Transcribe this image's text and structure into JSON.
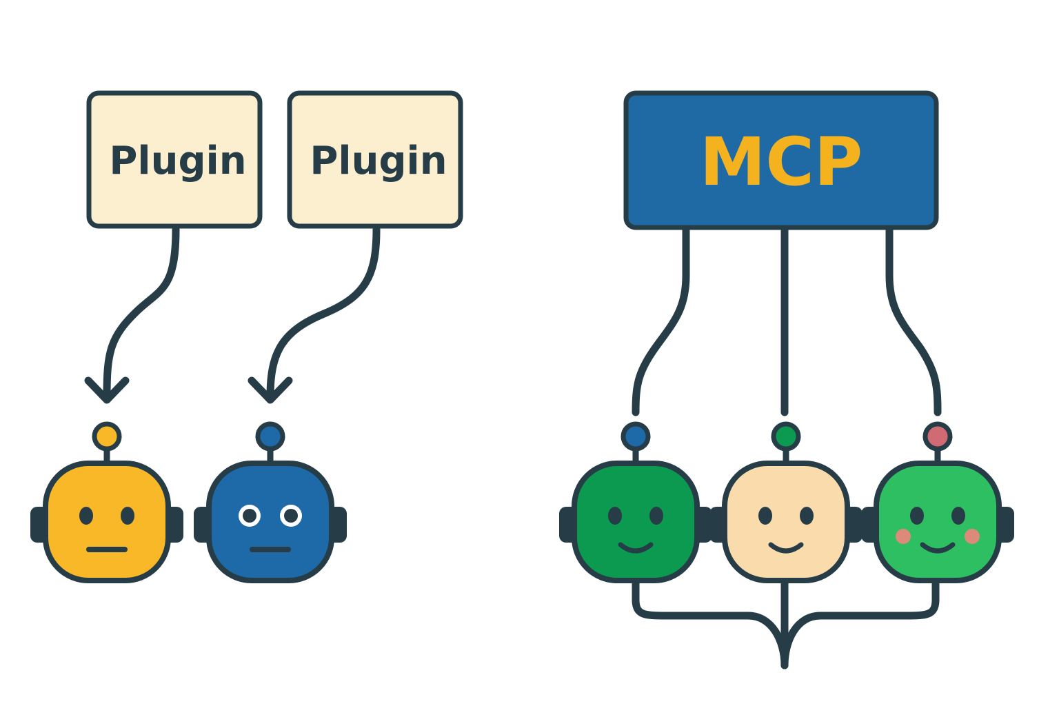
{
  "colors": {
    "stroke": "#263d47",
    "plugin_fill": "#fcefd0",
    "mcp_fill": "#1f6aa5",
    "mcp_text": "#f4b21f",
    "plugin_text": "#263d47",
    "background": "#ffffff"
  },
  "left": {
    "plugins": [
      {
        "label": "Plugin"
      },
      {
        "label": "Plugin"
      }
    ],
    "robots": [
      {
        "face_color": "#f8b828",
        "antenna_color": "#f8b828",
        "expression": "neutral",
        "eyes": "dot"
      },
      {
        "face_color": "#1e6aa8",
        "antenna_color": "#1e6aa8",
        "expression": "neutral",
        "eyes": "ring"
      }
    ]
  },
  "right": {
    "hub": {
      "label": "MCP"
    },
    "robots": [
      {
        "face_color": "#0c9a50",
        "antenna_color": "#1e6aa8",
        "expression": "smile",
        "blush": false
      },
      {
        "face_color": "#fadbab",
        "antenna_color": "#0c9a50",
        "expression": "smile",
        "blush": false
      },
      {
        "face_color": "#2ebf62",
        "antenna_color": "#d16b73",
        "expression": "smile",
        "blush": true
      }
    ]
  }
}
